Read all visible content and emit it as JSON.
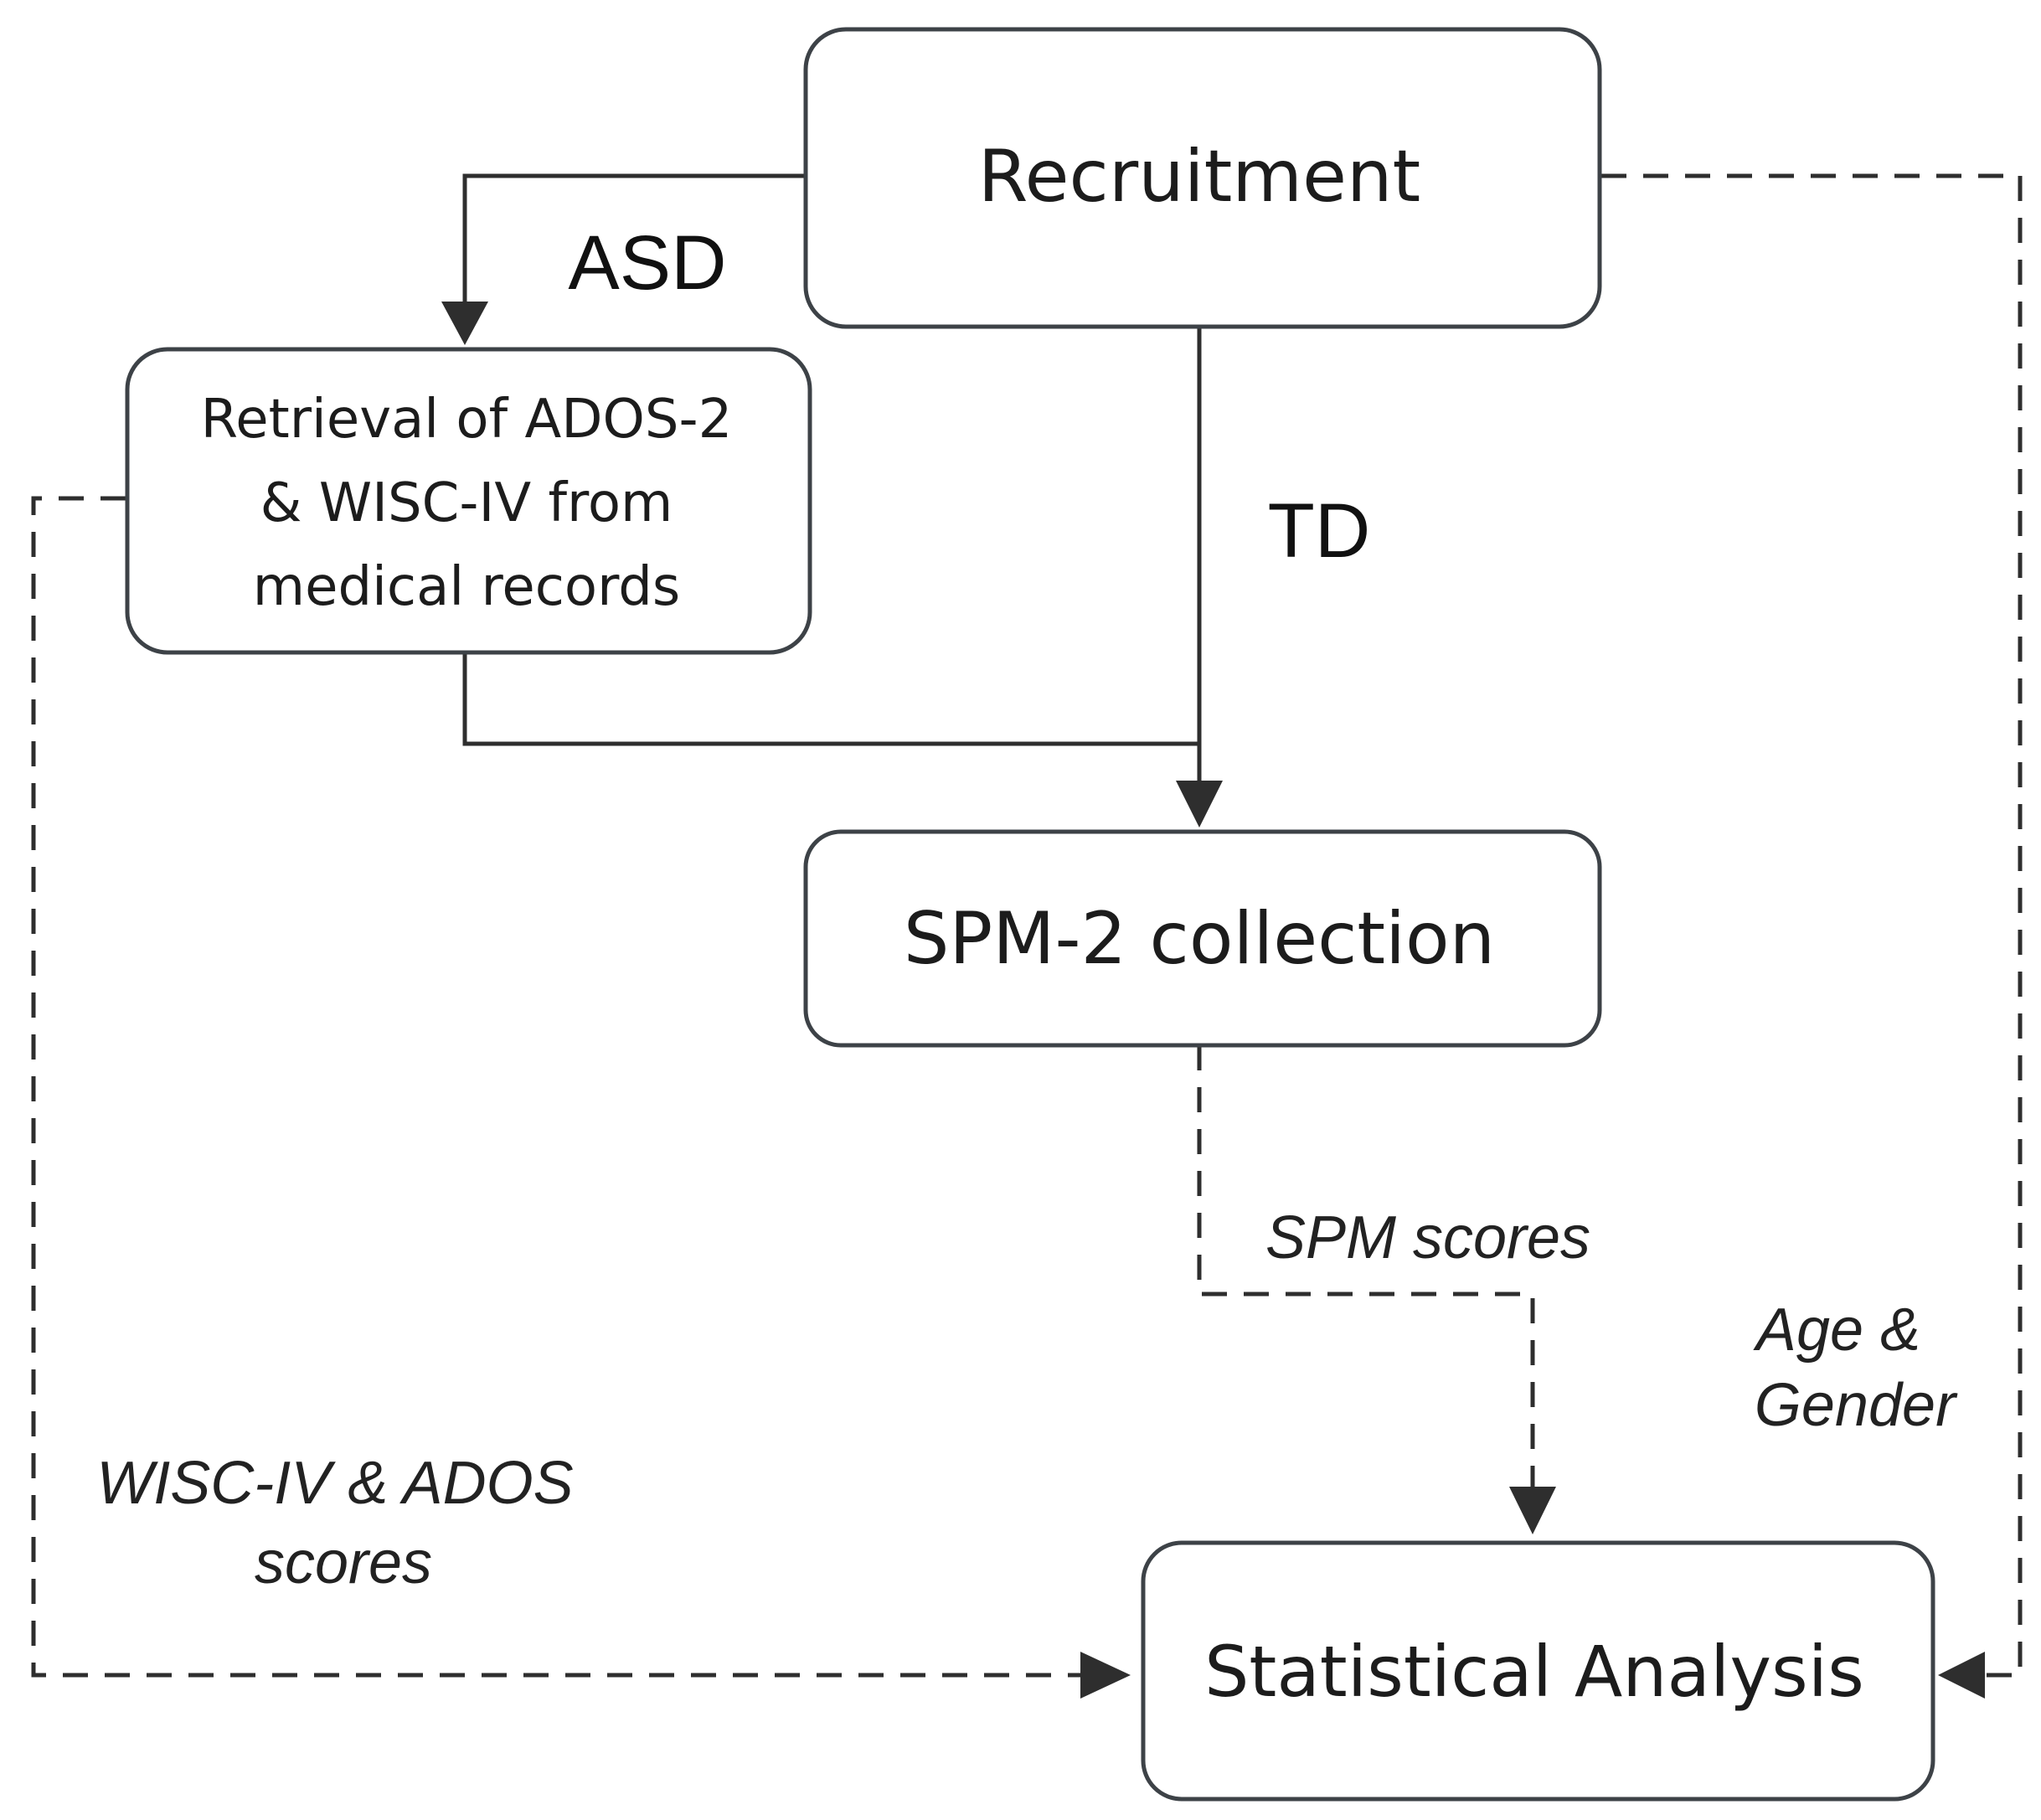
{
  "nodes": {
    "recruitment": "Recruitment",
    "retrieval": [
      "Retrieval of ADOS-2",
      "& WISC-IV from",
      "medical records"
    ],
    "spm_collection": "SPM-2 collection",
    "statistical_analysis": "Statistical Analysis"
  },
  "branches": {
    "asd": "ASD",
    "td": "TD"
  },
  "flows": {
    "spm_scores": "SPM scores",
    "age_gender": [
      "Age &",
      "Gender"
    ],
    "wisc_ados_scores": [
      "WISC-IV & ADOS",
      "scores"
    ]
  },
  "colors": {
    "line": "#2e2e2e",
    "box_border": "#3d4247",
    "text": "#1c1c1c"
  }
}
